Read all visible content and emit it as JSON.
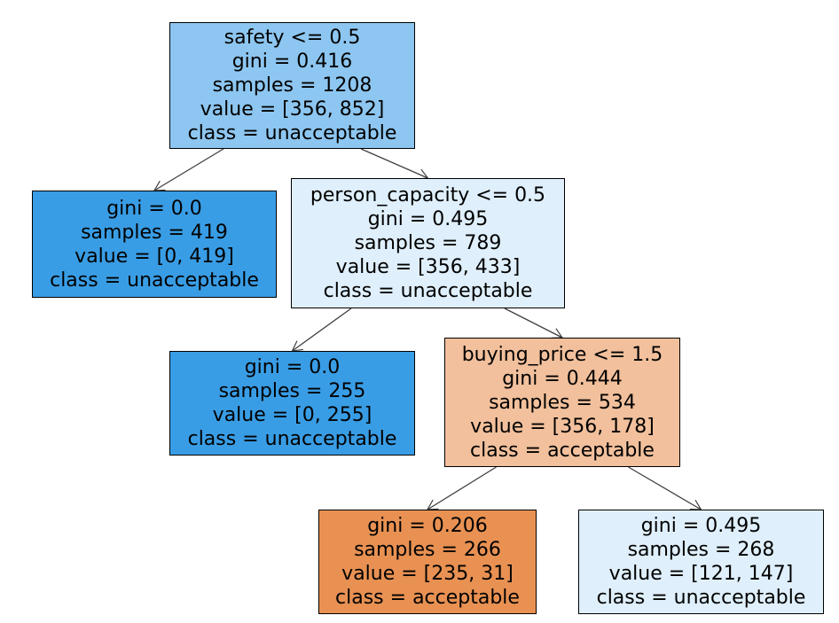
{
  "colors": {
    "unacceptable_pure": "#399de5",
    "unacceptable_medium": "#8dc6f0",
    "unacceptable_light": "#dfeffb",
    "acceptable_light": "#f2c09c",
    "acceptable_strong": "#e89153",
    "edge": "#404040"
  },
  "tree": {
    "nodes": [
      {
        "id": "root",
        "condition": "safety <= 0.5",
        "gini": "gini = 0.416",
        "samples": "samples = 1208",
        "value": "value = [356, 852]",
        "class": "class = unacceptable",
        "fill": "unacceptable_medium"
      },
      {
        "id": "left1",
        "gini": "gini = 0.0",
        "samples": "samples = 419",
        "value": "value = [0, 419]",
        "class": "class = unacceptable",
        "fill": "unacceptable_pure"
      },
      {
        "id": "right1",
        "condition": "person_capacity <= 0.5",
        "gini": "gini = 0.495",
        "samples": "samples = 789",
        "value": "value = [356, 433]",
        "class": "class = unacceptable",
        "fill": "unacceptable_light"
      },
      {
        "id": "left2",
        "gini": "gini = 0.0",
        "samples": "samples = 255",
        "value": "value = [0, 255]",
        "class": "class = unacceptable",
        "fill": "unacceptable_pure"
      },
      {
        "id": "right2",
        "condition": "buying_price <= 1.5",
        "gini": "gini = 0.444",
        "samples": "samples = 534",
        "value": "value = [356, 178]",
        "class": "class = acceptable",
        "fill": "acceptable_light"
      },
      {
        "id": "left3",
        "gini": "gini = 0.206",
        "samples": "samples = 266",
        "value": "value = [235, 31]",
        "class": "class = acceptable",
        "fill": "acceptable_strong"
      },
      {
        "id": "right3",
        "gini": "gini = 0.495",
        "samples": "samples = 268",
        "value": "value = [121, 147]",
        "class": "class = unacceptable",
        "fill": "unacceptable_light"
      }
    ],
    "edges": [
      {
        "from": "root",
        "to": "left1"
      },
      {
        "from": "root",
        "to": "right1"
      },
      {
        "from": "right1",
        "to": "left2"
      },
      {
        "from": "right1",
        "to": "right2"
      },
      {
        "from": "right2",
        "to": "left3"
      },
      {
        "from": "right2",
        "to": "right3"
      }
    ]
  }
}
